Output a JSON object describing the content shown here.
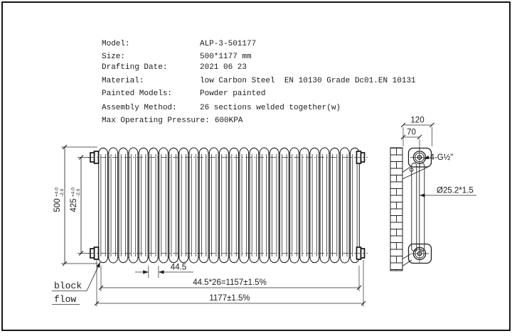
{
  "spec": {
    "rows": [
      {
        "label": "Model:",
        "value": "ALP-3-501177"
      },
      {
        "label": "Size:",
        "value": "500*1177 mm"
      },
      {
        "label": "Drafting Date:",
        "value": "2021 06 23"
      },
      {
        "label": "Material:",
        "value": "low Carbon Steel  EN 10130 Grade Dc01.EN 10131"
      },
      {
        "label": "Painted Models:",
        "value": "Powder painted"
      },
      {
        "label": "Assembly Method:",
        "value": "26 sections welded together(w)"
      },
      {
        "label": "Max Operating Pressure:",
        "value": "600KPA"
      }
    ]
  },
  "front_view": {
    "sections_count": 26,
    "dim_height": {
      "value": "500",
      "tol_plus": "+4.0",
      "tol_minus": "-2.0"
    },
    "dim_pitch_height": {
      "value": "425",
      "tol_plus": "+4.0",
      "tol_minus": "-2.0"
    },
    "dim_section_width": "44.5",
    "dim_sections_total": "44.5*26=1157±1.5%",
    "dim_overall_width": "1177±1.5%",
    "label_block": "block",
    "label_flow": "flow"
  },
  "side_view": {
    "dim_depth": "120",
    "dim_connection_offset": "70",
    "label_connection": "4-G½\"",
    "label_tube": "Ø25.2*1.5"
  },
  "colors": {
    "line": "#1f1f1f",
    "background": "#ffffff"
  }
}
